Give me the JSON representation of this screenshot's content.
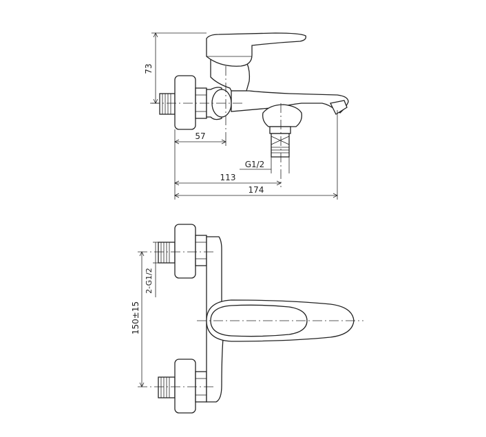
{
  "side_view": {
    "dim_height": "73",
    "dim_wall_to_axis": "57",
    "dim_thread_label": "G1/2",
    "dim_outlet_distance": "113",
    "dim_total_length": "174"
  },
  "front_view": {
    "dim_inlet_thread": "2-G1/2",
    "dim_inlet_spacing": "150±15"
  }
}
